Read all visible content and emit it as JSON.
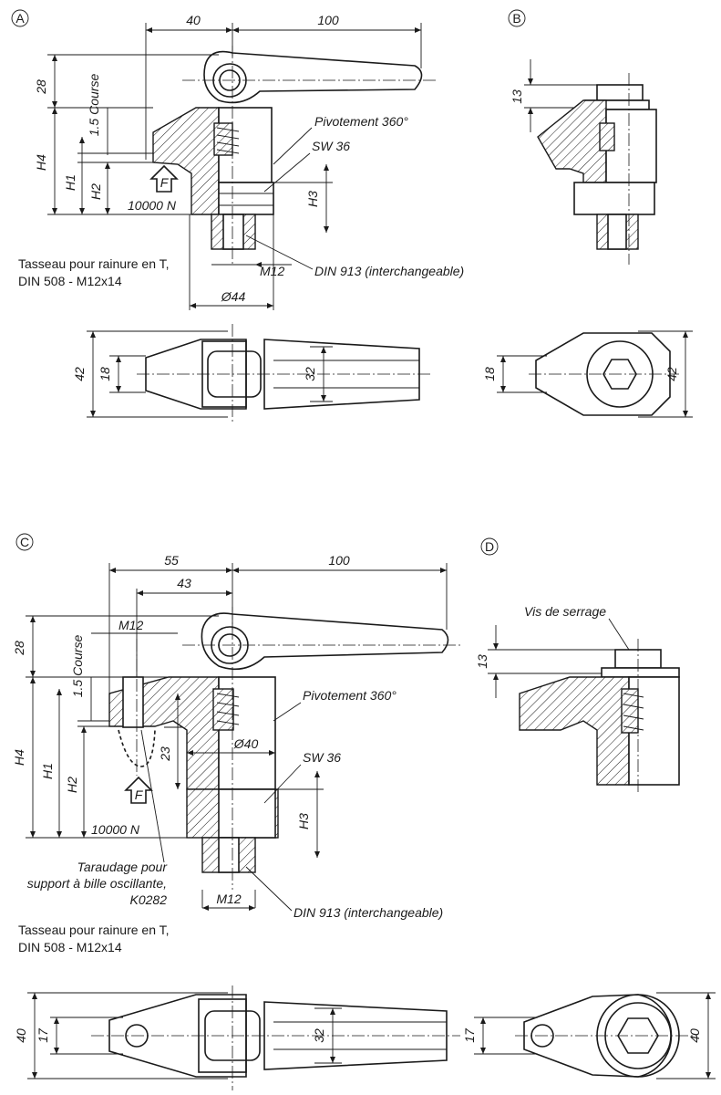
{
  "views": {
    "A": "A",
    "B": "B",
    "C": "C",
    "D": "D"
  },
  "view_a": {
    "dim_40": "40",
    "dim_100": "100",
    "dim_28": "28",
    "course": "1.5 Course",
    "h4": "H4",
    "h1": "H1",
    "h2": "H2",
    "h3": "H3",
    "force": "F",
    "force_value": "10000 N",
    "pivot": "Pivotement 360°",
    "sw": "SW 36",
    "m12": "M12",
    "din913": "DIN 913 (interchangeable)",
    "dia44": "Ø44",
    "tslot_line1": "Tasseau pour rainure en T,",
    "tslot_line2": "DIN 508 - M12x14",
    "top_42": "42",
    "top_18": "18",
    "top_32": "32"
  },
  "view_b": {
    "dim_13": "13",
    "top_18": "18",
    "top_42": "42"
  },
  "view_c": {
    "dim_55": "55",
    "dim_43": "43",
    "dim_100": "100",
    "m12_top": "M12",
    "dim_28": "28",
    "course": "1.5 Course",
    "h4": "H4",
    "h1": "H1",
    "h2": "H2",
    "h3": "H3",
    "dim_23": "23",
    "dia40": "Ø40",
    "pivot": "Pivotement 360°",
    "sw": "SW 36",
    "force": "F",
    "force_value": "10000 N",
    "tap_line1": "Taraudage pour",
    "tap_line2": "support à bille oscillante,",
    "tap_line3": "K0282",
    "m12_bottom": "M12",
    "din913": "DIN 913 (interchangeable)",
    "tslot_line1": "Tasseau pour rainure en T,",
    "tslot_line2": "DIN 508 - M12x14",
    "top_40": "40",
    "top_17": "17",
    "top_32": "32"
  },
  "view_d": {
    "screw": "Vis de serrage",
    "dim_13": "13",
    "top_17": "17",
    "top_40": "40"
  }
}
